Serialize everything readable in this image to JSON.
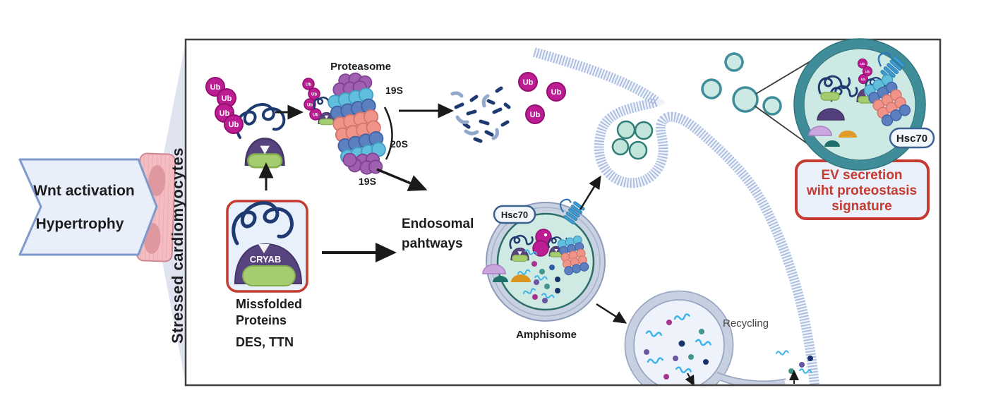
{
  "labels": {
    "banner_line1": "Wnt activation",
    "banner_line2": "Hypertrophy",
    "stressed": "Stressed cardiomyocytes",
    "proteasome_title": "Proteasome",
    "cap_top": "19S",
    "core": "20S",
    "cap_bottom": "19S",
    "ub": "Ub",
    "cryab": "CRYAB",
    "missfolded_line1": "Missfolded",
    "missfolded_line2": "Proteins",
    "missfolded_line3": "DES, TTN",
    "endosomal_line1": "Endosomal",
    "endosomal_line2": "pahtways",
    "hsc70": "Hsc70",
    "amphisome": "Amphisome",
    "recycling": "Recycling",
    "ev_line1": "EV secretion",
    "ev_line2": "wiht proteostasis",
    "ev_line3": "signature"
  },
  "colors": {
    "ubiquitin": "#bc1d92",
    "protein_navy": "#1e3a70",
    "chaperone_purple": "#57437e",
    "cryab_capsule_green": "#a5cd70",
    "proteasome_cap": "#a15fb0",
    "proteasome_outer_ring": "#62bedd",
    "proteasome_inner_ring": "#5c7fc0",
    "proteasome_core": "#f0948a",
    "banner_fill": "#e9effa",
    "banner_border": "#7e9aca",
    "cardiomyocyte_pink": "#f4bdc1",
    "membrane_blue": "#a3b8dc",
    "vesicle_fill": "#cde9e4",
    "vesicle_ring_teal": "#3f8d99",
    "amphisome_outer": "#c9d2e2",
    "amphisome_inner": "#cfe9e3",
    "alert_red": "#c53a31",
    "accent_orange": "#e09b28",
    "accent_lavender": "#c9a7de",
    "rna_blue": "#3eb5ea"
  }
}
